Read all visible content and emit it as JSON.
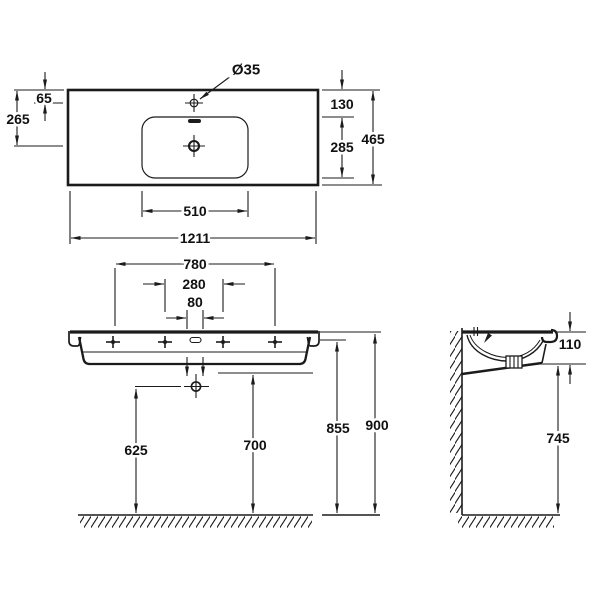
{
  "labels": {
    "faucet_hole_diameter": "Ø35",
    "top_view": {
      "back_to_faucet": "65",
      "back_to_drain": "265",
      "back_to_basin": "130",
      "basin_depth": "285",
      "total_depth": "465",
      "basin_width": "510",
      "total_width": "1211"
    },
    "front_view": {
      "fixing_span_outer": "780",
      "fixing_span_inner": "280",
      "center_span": "80",
      "drain_height": "625",
      "outlet_height": "700",
      "underside_height": "855",
      "rim_height": "900"
    },
    "side_view": {
      "rim_to_bottom": "110",
      "under_clearance": "745"
    }
  }
}
